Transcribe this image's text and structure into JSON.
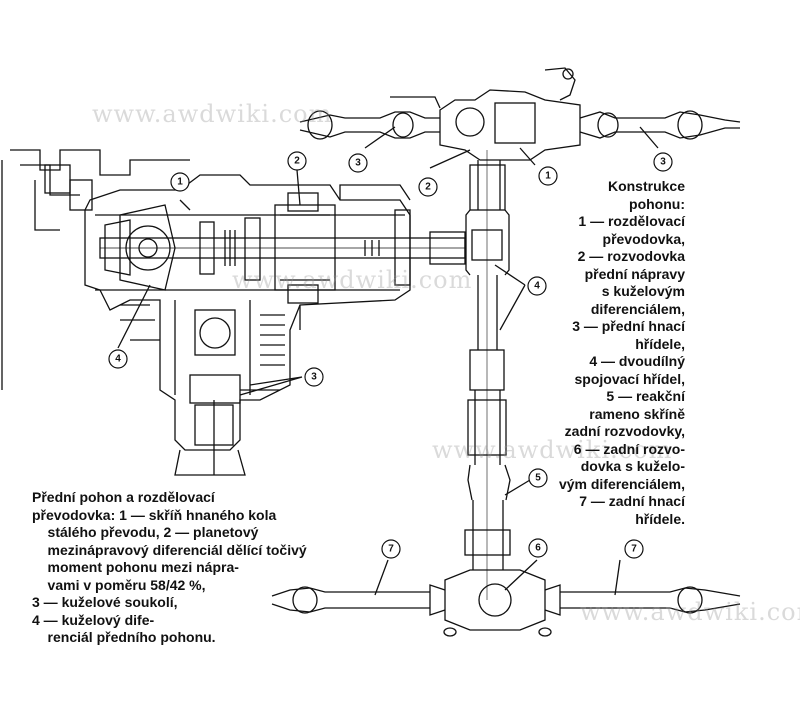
{
  "watermarks": [
    "www.awdwiki.com",
    "www.awdwiki.com",
    "www.awdwiki.com",
    "www.awdwiki.com"
  ],
  "callouts": {
    "c1": "1",
    "c2": "2",
    "c3": "3",
    "c4": "4",
    "c5": "5",
    "c6": "6",
    "c7": "7"
  },
  "right_caption": {
    "lines": [
      "Konstrukce",
      "pohonu:",
      "1 — rozdělovací",
      "převodovka,",
      "2 — rozvodovka",
      "přední nápravy",
      "s kuželovým",
      "diferenciálem,",
      "3 — přední hnací",
      "hřídele,",
      "4 — dvoudílný",
      "spojovací hřídel,",
      "5 — reakční",
      "rameno skříně",
      "zadní rozvodovky,",
      "6 — zadní rozvo-",
      "dovka s kuželo-",
      "vým diferenciálem,",
      "7 — zadní hnací",
      "hřídele."
    ]
  },
  "left_caption": {
    "lines": [
      "Přední pohon a rozdělovací",
      "převodovka: 1 — skříň hnaného kola",
      "    stálého převodu, 2 — planetový",
      "    mezinápravový diferenciál dělící točivý",
      "    moment pohonu mezi nápra-",
      "    vami v poměru 58/42 %,",
      "3 — kuželové soukolí,",
      "4 — kuželový dife-",
      "    renciál předního pohonu."
    ]
  },
  "colors": {
    "ink": "#111111",
    "paper": "#ffffff",
    "watermark": "#969696"
  }
}
